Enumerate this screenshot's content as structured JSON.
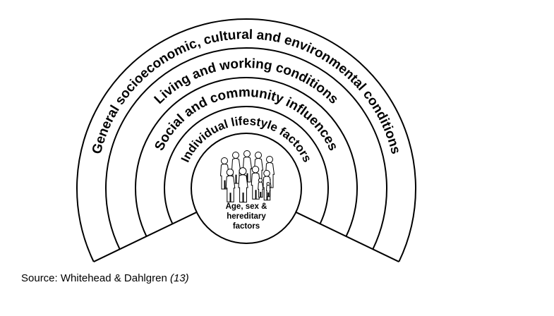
{
  "layers": [
    {
      "label": "General socioeconomic, cultural and environmental conditions"
    },
    {
      "label": "Living and working conditions"
    },
    {
      "label": "Social and community influences"
    },
    {
      "label": "Individual lifestyle factors"
    }
  ],
  "core": {
    "lines": [
      "Age, sex &",
      "hereditary",
      "factors"
    ],
    "icon": "people-group-icon"
  },
  "source": {
    "text": "Source: Whitehead & Dahlgren",
    "ref": "(13)"
  }
}
